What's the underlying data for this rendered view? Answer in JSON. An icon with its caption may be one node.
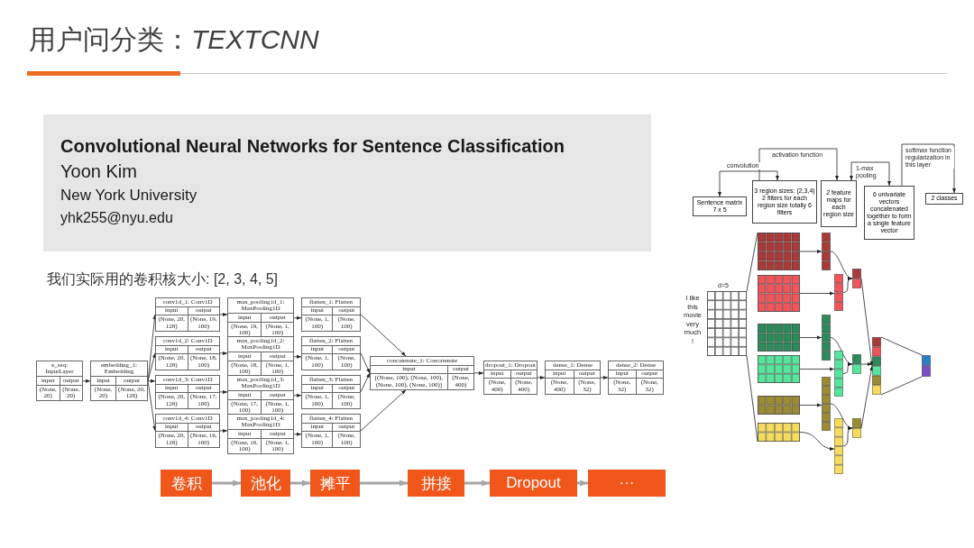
{
  "diagram": {
    "title": "用户问分类：*TEXTCNN*",
    "nodes": [
      {
        "text": [
          "Convolutional Neural Networks for Sentence Classification",
          "Yoon Kim",
          "New York University",
          "yhk255@nyu.edu"
        ]
      },
      {
        "text": [
          "x_seq: InputLayer",
          "input",
          "output",
          "(None, 20)",
          "(None, 20)"
        ]
      },
      {
        "text": [
          "embedding_1: Embedding",
          "input",
          "output",
          "(None, 20)",
          "(None, 20, 128)"
        ]
      },
      {
        "text": [
          "conv1d_1: Conv1D",
          "input",
          "output",
          "(None, 20, 128)",
          "(None, 19, 100)"
        ]
      },
      {
        "text": [
          "conv1d_2: Conv1D",
          "input",
          "output",
          "(None, 20, 128)",
          "(None, 18, 100)"
        ]
      },
      {
        "text": [
          "conv1d_3: Conv1D",
          "input",
          "output",
          "(None, 20, 128)",
          "(None, 17, 100)"
        ]
      },
      {
        "text": [
          "conv1d_4: Conv1D",
          "input",
          "output",
          "(None, 20, 128)",
          "(None, 16, 100)"
        ]
      },
      {
        "text": [
          "max_pooling1d_1: MaxPooling1D",
          "input",
          "output",
          "(None, 19, 100)",
          "(None, 1, 100)"
        ]
      },
      {
        "text": [
          "max_pooling1d_2: MaxPooling1D",
          "input",
          "output",
          "(None, 18, 100)",
          "(None, 1, 100)"
        ]
      },
      {
        "text": [
          "max_pooling1d_3: MaxPooling1D",
          "input",
          "output",
          "(None, 17, 100)",
          "(None, 1, 100)"
        ]
      },
      {
        "text": [
          "max_pooling1d_4: MaxPooling1D",
          "input",
          "output",
          "(None, 16, 100)",
          "(None, 1, 100)"
        ]
      },
      {
        "text": [
          "flatten_1: Flatten",
          "input",
          "output",
          "(None, 1, 100)",
          "(None, 100)"
        ]
      },
      {
        "text": [
          "flatten_2: Flatten",
          "input",
          "output",
          "(None, 1, 100)",
          "(None, 100)"
        ]
      },
      {
        "text": [
          "flatten_3: Flatten",
          "input",
          "output",
          "(None, 1, 100)",
          "(None, 100)"
        ]
      },
      {
        "text": [
          "flatten_4: Flatten",
          "input",
          "output",
          "(None, 1, 100)",
          "(None, 100)"
        ]
      },
      {
        "text": [
          "concatenate_1: Concatenate",
          "input",
          "output",
          "[(None, 100), (None, 100), (None, 100), (None, 100)]",
          "(None, 400)"
        ]
      },
      {
        "text": [
          "dropout_1: Dropout",
          "input",
          "output",
          "(None, 400)",
          "(None, 400)"
        ]
      },
      {
        "text": [
          "dense_1: Dense",
          "input",
          "output",
          "(None, 400)",
          "(None, 32)"
        ]
      },
      {
        "text": [
          "dense_2: Dense",
          "input",
          "output",
          "(None, 32)",
          "(None, 32)"
        ]
      },
      {
        "text": [
          "卷积"
        ]
      },
      {
        "text": [
          "池化"
        ]
      },
      {
        "text": [
          "摊平"
        ]
      },
      {
        "text": [
          "拼接"
        ]
      },
      {
        "text": [
          "Dropout"
        ]
      },
      {
        "text": [
          "···"
        ]
      },
      {
        "text": [
          "Sentence matrix 7 x 5"
        ]
      },
      {
        "text": [
          "3 region sizes: (2,3,4) 2 filters for each region size totally 6 filters"
        ]
      },
      {
        "text": [
          "2 feature maps for each region size"
        ]
      },
      {
        "text": [
          "6 univariate vectors concatenated together to form a single feature vector"
        ]
      },
      {
        "text": [
          "2 classes"
        ]
      },
      {
        "text": [],
        "shape": "box"
      },
      {
        "text": [],
        "shape": "box"
      },
      {
        "text": [],
        "shape": "box"
      },
      {
        "text": [],
        "shape": "box"
      },
      {
        "text": [],
        "shape": "box"
      },
      {
        "text": [],
        "shape": "box"
      },
      {
        "text": [],
        "shape": "box"
      },
      {
        "text": [],
        "shape": "bar"
      },
      {
        "text": [],
        "shape": "bar"
      },
      {
        "text": [],
        "shape": "bar"
      },
      {
        "text": [],
        "shape": "bar"
      },
      {
        "text": [],
        "shape": "bar"
      },
      {
        "text": [],
        "shape": "bar"
      },
      {
        "text": [],
        "shape": "bar"
      },
      {
        "text": [],
        "shape": "bar"
      },
      {
        "text": [],
        "shape": "bar"
      },
      {
        "text": [],
        "shape": "bar"
      },
      {
        "text": [],
        "shape": "bar"
      }
    ],
    "edges": [
      {
        "from": 1,
        "to": 2,
        "arrow": "to"
      },
      {
        "from": 2,
        "to": 3,
        "arrow": "to"
      },
      {
        "from": 2,
        "to": 4,
        "arrow": "to"
      },
      {
        "from": 2,
        "to": 5,
        "arrow": "to"
      },
      {
        "from": 2,
        "to": 6,
        "arrow": "to"
      },
      {
        "from": 3,
        "to": 7,
        "arrow": "to"
      },
      {
        "from": 4,
        "to": 8,
        "arrow": "to"
      },
      {
        "from": 5,
        "to": 9,
        "arrow": "to"
      },
      {
        "from": 6,
        "to": 10,
        "arrow": "to"
      },
      {
        "from": 7,
        "to": 11,
        "arrow": "to"
      },
      {
        "from": 8,
        "to": 12,
        "arrow": "to"
      },
      {
        "from": 9,
        "to": 13,
        "arrow": "to"
      },
      {
        "from": 10,
        "to": 14,
        "arrow": "to"
      },
      {
        "from": 11,
        "to": 15,
        "arrow": "to"
      },
      {
        "from": 12,
        "to": 15,
        "arrow": "to"
      },
      {
        "from": 13,
        "to": 15,
        "arrow": "to"
      },
      {
        "from": 14,
        "to": 15,
        "arrow": "to"
      },
      {
        "from": 15,
        "to": 16,
        "arrow": "to"
      },
      {
        "from": 16,
        "to": 17,
        "arrow": "to"
      },
      {
        "from": 17,
        "to": 18,
        "arrow": "to"
      },
      {
        "from": 19,
        "to": 20,
        "arrow": "to",
        "style": "thick",
        "color": "#a6a6a6"
      },
      {
        "from": 20,
        "to": 21,
        "arrow": "to",
        "style": "thick",
        "color": "#a6a6a6"
      },
      {
        "from": 21,
        "to": 22,
        "arrow": "to",
        "style": "thick",
        "color": "#a6a6a6"
      },
      {
        "from": 22,
        "to": 23,
        "arrow": "to",
        "style": "thick",
        "color": "#a6a6a6"
      },
      {
        "from": 23,
        "to": 24,
        "arrow": "to",
        "style": "thick",
        "color": "#a6a6a6"
      },
      {
        "from": 25,
        "to": 26,
        "arrow": "both",
        "label": "convolution"
      },
      {
        "from": 26,
        "to": 27,
        "arrow": "to",
        "label": "activation function"
      },
      {
        "from": 27,
        "to": 28,
        "arrow": "both",
        "label": "1-max pooling"
      },
      {
        "from": 28,
        "to": 29,
        "arrow": "to",
        "label": "softmax function regularization in this layer"
      },
      {
        "from": 30,
        "to": 31,
        "arrow": "none"
      },
      {
        "from": 30,
        "to": 36,
        "arrow": "none"
      },
      {
        "from": 31,
        "to": 37,
        "arrow": "to"
      },
      {
        "from": 32,
        "to": 38,
        "arrow": "to"
      },
      {
        "from": 33,
        "to": 39,
        "arrow": "to"
      },
      {
        "from": 34,
        "to": 40,
        "arrow": "to"
      },
      {
        "from": 35,
        "to": 41,
        "arrow": "to"
      },
      {
        "from": 36,
        "to": 42,
        "arrow": "to"
      },
      {
        "from": 37,
        "to": 43,
        "arrow": "to"
      },
      {
        "from": 38,
        "to": 43,
        "arrow": "to"
      },
      {
        "from": 39,
        "to": 44,
        "arrow": "to"
      },
      {
        "from": 40,
        "to": 44,
        "arrow": "to"
      },
      {
        "from": 41,
        "to": 45,
        "arrow": "to"
      },
      {
        "from": 42,
        "to": 45,
        "arrow": "to"
      },
      {
        "from": 43,
        "to": 46,
        "arrow": "to"
      },
      {
        "from": 44,
        "to": 46,
        "arrow": "to"
      },
      {
        "from": 45,
        "to": 46,
        "arrow": "to"
      },
      {
        "from": 46,
        "to": 47,
        "arrow": "none"
      },
      {
        "from": 46,
        "to": 47,
        "arrow": "none"
      }
    ],
    "labels": [
      "我们实际用的卷积核大小: [2, 3, 4, 5]",
      "d=5",
      "I like this movie very much !"
    ]
  }
}
